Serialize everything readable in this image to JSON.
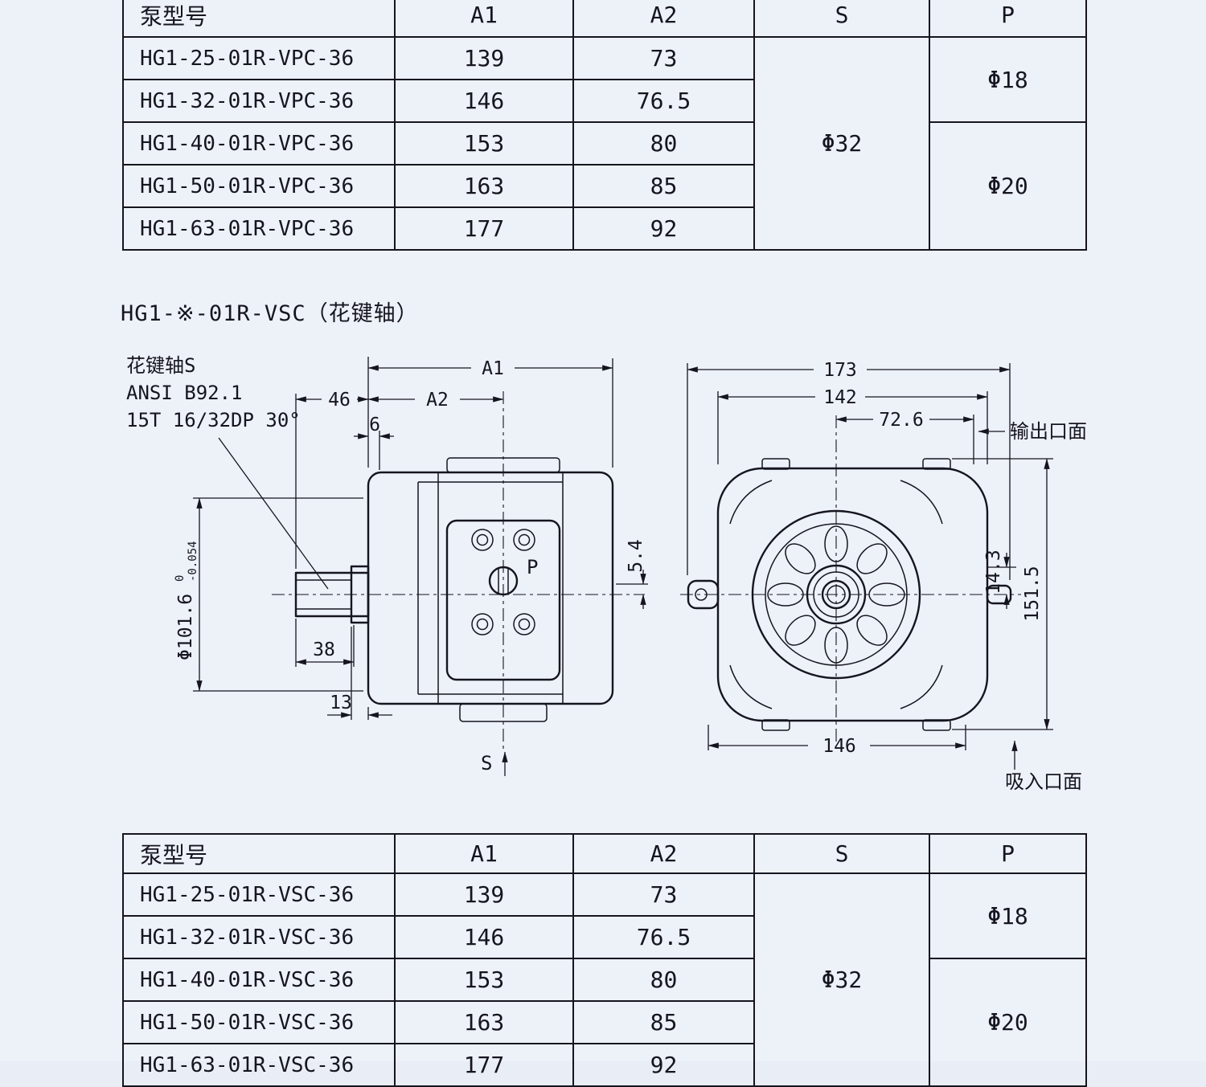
{
  "section": {
    "title": "HG1-※-01R-VSC（花键轴）"
  },
  "table_top": {
    "headers": {
      "model": "泵型号",
      "a1": "A1",
      "a2": "A2",
      "s": "S",
      "p": "P"
    },
    "rows": [
      {
        "model": "HG1-25-01R-VPC-36",
        "a1": "139",
        "a2": "73"
      },
      {
        "model": "HG1-32-01R-VPC-36",
        "a1": "146",
        "a2": "76.5"
      },
      {
        "model": "HG1-40-01R-VPC-36",
        "a1": "153",
        "a2": "80"
      },
      {
        "model": "HG1-50-01R-VPC-36",
        "a1": "163",
        "a2": "85"
      },
      {
        "model": "HG1-63-01R-VPC-36",
        "a1": "177",
        "a2": "92"
      }
    ],
    "s_value": "Φ32",
    "p_value_top": "Φ18",
    "p_value_bottom": "Φ20"
  },
  "table_bottom": {
    "headers": {
      "model": "泵型号",
      "a1": "A1",
      "a2": "A2",
      "s": "S",
      "p": "P"
    },
    "rows": [
      {
        "model": "HG1-25-01R-VSC-36",
        "a1": "139",
        "a2": "73"
      },
      {
        "model": "HG1-32-01R-VSC-36",
        "a1": "146",
        "a2": "76.5"
      },
      {
        "model": "HG1-40-01R-VSC-36",
        "a1": "153",
        "a2": "80"
      },
      {
        "model": "HG1-50-01R-VSC-36",
        "a1": "163",
        "a2": "85"
      },
      {
        "model": "HG1-63-01R-VSC-36",
        "a1": "177",
        "a2": "92"
      }
    ],
    "s_value": "Φ32",
    "p_value_top": "Φ18",
    "p_value_bottom": "Φ20"
  },
  "drawing": {
    "note": {
      "l1": "花键轴S",
      "l2": "ANSI B92.1",
      "l3": "15T 16/32DP 30°"
    },
    "side": {
      "a1": "A1",
      "a2": "A2",
      "d46": "46",
      "d6": "6",
      "dia_label": "Φ101.6",
      "dia_tol_top": "0",
      "dia_tol_bottom": "-0.054",
      "d38": "38",
      "d13": "13",
      "d5_4": "5.4",
      "port_p": "P",
      "port_s": "S"
    },
    "front": {
      "d173": "173",
      "d142": "142",
      "d72_6": "72.6",
      "output_face": "输出口面",
      "d14_3": "14.3",
      "d151_5": "151.5",
      "d146": "146",
      "suction_face": "吸入口面"
    }
  }
}
